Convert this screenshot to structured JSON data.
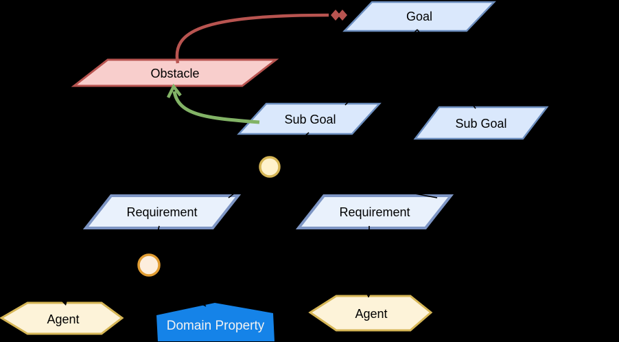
{
  "diagram": {
    "type": "KAOS goal model",
    "background": "#000000"
  },
  "nodes": {
    "goal": {
      "label": "Goal",
      "shape": "parallelogram",
      "fill": "#dae8fc",
      "stroke": "#6c8ebf"
    },
    "obstacle": {
      "label": "Obstacle",
      "shape": "parallelogram",
      "fill": "#f8cecc",
      "stroke": "#b85450"
    },
    "subgoal_left": {
      "label": "Sub Goal",
      "shape": "parallelogram",
      "fill": "#dae8fc",
      "stroke": "#6c8ebf"
    },
    "subgoal_right": {
      "label": "Sub Goal",
      "shape": "parallelogram",
      "fill": "#dae8fc",
      "stroke": "#6c8ebf"
    },
    "requirement_left": {
      "label": "Requirement",
      "shape": "parallelogram",
      "fill": "#e9f1fc",
      "stroke": "#7d95c4"
    },
    "requirement_right": {
      "label": "Requirement",
      "shape": "parallelogram",
      "fill": "#e9f1fc",
      "stroke": "#7d95c4"
    },
    "refine_circle_top": {
      "label": "",
      "shape": "circle",
      "fill": "#fff2cc",
      "stroke": "#d6b656"
    },
    "refine_circle_bot": {
      "label": "",
      "shape": "circle",
      "fill": "#fdeedd",
      "stroke": "#e09c32"
    },
    "agent_left": {
      "label": "Agent",
      "shape": "hexagon",
      "fill": "#fdf3d9",
      "stroke": "#d6b656"
    },
    "agent_right": {
      "label": "Agent",
      "shape": "hexagon",
      "fill": "#fdf3d9",
      "stroke": "#d6b656"
    },
    "domain_property": {
      "label": "Domain Property",
      "shape": "pentagon",
      "fill": "#1583e8",
      "stroke": "none"
    }
  },
  "edges": [
    {
      "name": "obstruction-arrow",
      "from": "Obstacle",
      "to": "Goal",
      "color": "#b85450",
      "head": "double-diamond"
    },
    {
      "name": "resolution-arrow",
      "from": "Sub Goal (left)",
      "to": "Obstacle",
      "color": "#82b366",
      "head": "open-arrow"
    },
    {
      "name": "refinement-goal-to-subgoal-left",
      "from": "Goal",
      "to": "Sub Goal (left)",
      "color": "#000000"
    },
    {
      "name": "refinement-goal-to-subgoal-right",
      "from": "Goal",
      "to": "Sub Goal (right)",
      "color": "#000000"
    },
    {
      "name": "refinement-subgoal-to-circle",
      "from": "Sub Goal (left)",
      "to": "refine-circle-top",
      "color": "#000000"
    },
    {
      "name": "refinement-circle-to-requirement-left",
      "from": "refine-circle-top",
      "to": "Requirement (left)",
      "color": "#000000"
    },
    {
      "name": "refinement-circle-to-requirement-right",
      "from": "refine-circle-top",
      "to": "Requirement (right)",
      "color": "#000000"
    },
    {
      "name": "refinement-requirement-to-circle",
      "from": "Requirement (left)",
      "to": "refine-circle-bottom",
      "color": "#000000"
    },
    {
      "name": "assignment-circle-to-agent-left",
      "from": "refine-circle-bottom",
      "to": "Agent (left)",
      "color": "#000000"
    },
    {
      "name": "assignment-circle-to-domain-property",
      "from": "refine-circle-bottom",
      "to": "Domain Property",
      "color": "#000000"
    },
    {
      "name": "assignment-requirement-to-agent-right",
      "from": "Requirement (right)",
      "to": "Agent (right)",
      "color": "#000000"
    }
  ],
  "palette": {
    "blue_fill": "#dae8fc",
    "blue_stroke": "#6c8ebf",
    "red_fill": "#f8cecc",
    "red_stroke": "#b85450",
    "green_stroke": "#82b366",
    "yellow_fill": "#fff2cc",
    "yellow_stroke": "#d6b656",
    "orange_fill": "#fdeedd",
    "orange_stroke": "#e09c32",
    "agent_fill": "#fdf3d9",
    "domain_property_fill": "#1583e8",
    "connector_black": "#000000"
  }
}
